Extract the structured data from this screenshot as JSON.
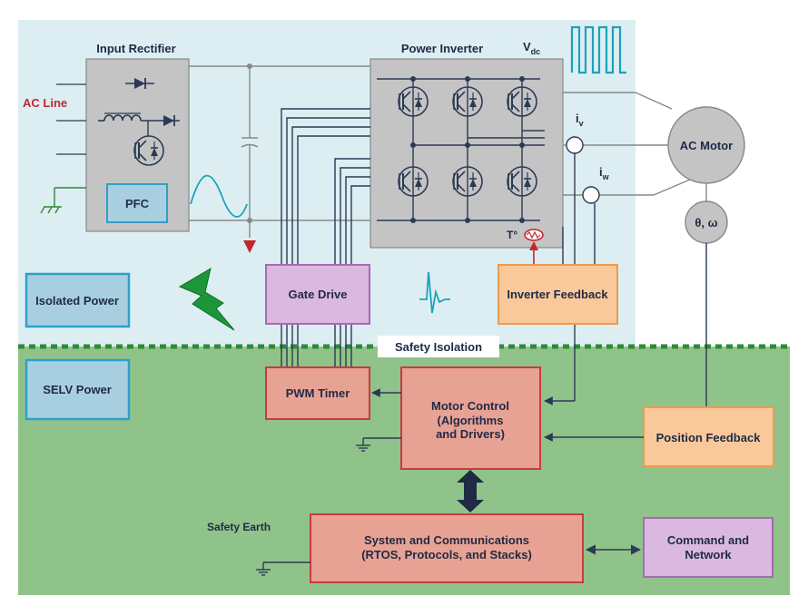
{
  "labels": {
    "input_rectifier": "Input Rectifier",
    "power_inverter": "Power Inverter",
    "vdc_main": "V",
    "vdc_sub": "dc",
    "ac_line": "AC Line",
    "pfc": "PFC",
    "iv_main": "i",
    "iv_sub": "v",
    "iw_main": "i",
    "iw_sub": "w",
    "ac_motor": "AC Motor",
    "theta_omega": "θ, ω",
    "temperature": "T°",
    "isolated_power": "Isolated Power",
    "gate_drive": "Gate Drive",
    "inverter_feedback": "Inverter Feedback",
    "safety_isolation": "Safety Isolation",
    "selv_power": "SELV Power",
    "pwm_timer": "PWM Timer",
    "motor_control_1": "Motor Control",
    "motor_control_2": "(Algorithms",
    "motor_control_3": "and Drivers)",
    "position_feedback": "Position Feedback",
    "safety_earth": "Safety Earth",
    "sys_comm_1": "System and Communications",
    "sys_comm_2": "(RTOS, Protocols, and Stacks)",
    "cmd_net_1": "Command and",
    "cmd_net_2": "Network"
  },
  "colors": {
    "isolated_zone": "#ddeef3",
    "selv_zone": "#90c389",
    "power_block": "#c4c4c4",
    "blue_box": "#a8cfe0",
    "blue_border": "#2ea0c9",
    "purple_box": "#dbb8df",
    "purple_border": "#a56bb1",
    "orange_box": "#f9c89b",
    "orange_border": "#ee9a4c",
    "red_box": "#e8a294",
    "red_border": "#c93a3e",
    "ac_line_text": "#c1272d",
    "wire": "#2b3a55",
    "waveform": "#1aa3b8",
    "isolation_line": "#2e8b34",
    "lightning": "#1c9638"
  },
  "icons": [
    "diode-icon",
    "inductor-icon",
    "igbt-icon",
    "capacitor-icon",
    "ground-icon",
    "sine-wave-icon",
    "square-wave-icon",
    "lightning-icon",
    "spike-icon",
    "thermistor-icon",
    "arrow-icon"
  ]
}
